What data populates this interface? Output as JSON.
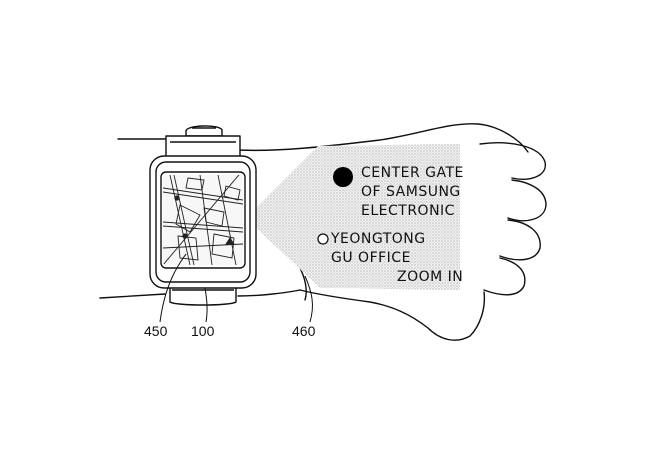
{
  "projection": {
    "poi_primary": [
      "CENTER GATE",
      "OF SAMSUNG",
      "ELECTRONIC"
    ],
    "poi_secondary": [
      "YEONGTONG",
      "GU OFFICE"
    ],
    "action": "ZOOM IN"
  },
  "reference_numerals": {
    "display": "450",
    "device": "100",
    "projection": "460"
  }
}
